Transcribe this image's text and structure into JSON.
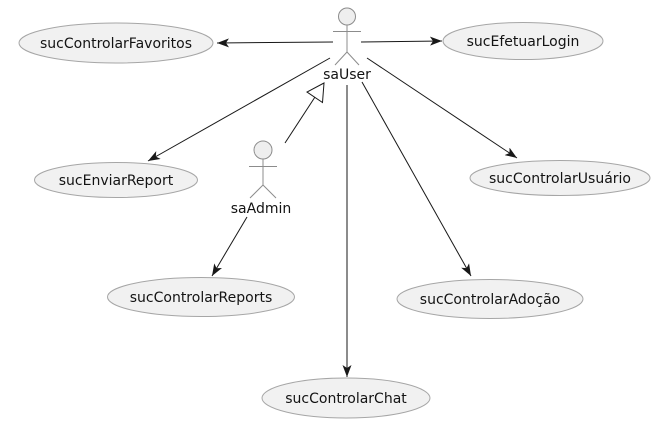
{
  "diagram": {
    "kind": "uml-use-case-diagram",
    "background": "#ffffff",
    "colors": {
      "usecase_fill": "#f1f1f1",
      "usecase_border": "#a6a6a6",
      "actor_line": "#8c8c8c",
      "actor_head_fill": "#eeeeee",
      "association_line": "#181818",
      "text": "#131313"
    },
    "actors": [
      {
        "id": "saUser",
        "label": "saUser"
      },
      {
        "id": "saAdmin",
        "label": "saAdmin"
      }
    ],
    "usecases": [
      {
        "id": "sucControlarFavoritos",
        "label": "sucControlarFavoritos"
      },
      {
        "id": "sucEfetuarLogin",
        "label": "sucEfetuarLogin"
      },
      {
        "id": "sucEnviarReport",
        "label": "sucEnviarReport"
      },
      {
        "id": "sucControlarUsuario",
        "label": "sucControlarUsuário"
      },
      {
        "id": "sucControlarReports",
        "label": "sucControlarReports"
      },
      {
        "id": "sucControlarAdocao",
        "label": "sucControlarAdoção"
      },
      {
        "id": "sucControlarChat",
        "label": "sucControlarChat"
      }
    ],
    "relations": [
      {
        "from": "saUser",
        "to": "sucControlarFavoritos",
        "type": "association-arrow"
      },
      {
        "from": "saUser",
        "to": "sucEfetuarLogin",
        "type": "association-arrow"
      },
      {
        "from": "saUser",
        "to": "sucEnviarReport",
        "type": "association-arrow"
      },
      {
        "from": "saUser",
        "to": "sucControlarUsuario",
        "type": "association-arrow"
      },
      {
        "from": "saUser",
        "to": "sucControlarAdocao",
        "type": "association-arrow"
      },
      {
        "from": "saUser",
        "to": "sucControlarChat",
        "type": "association-arrow"
      },
      {
        "from": "saAdmin",
        "to": "saUser",
        "type": "generalization"
      },
      {
        "from": "saAdmin",
        "to": "sucControlarReports",
        "type": "association-arrow"
      }
    ]
  }
}
